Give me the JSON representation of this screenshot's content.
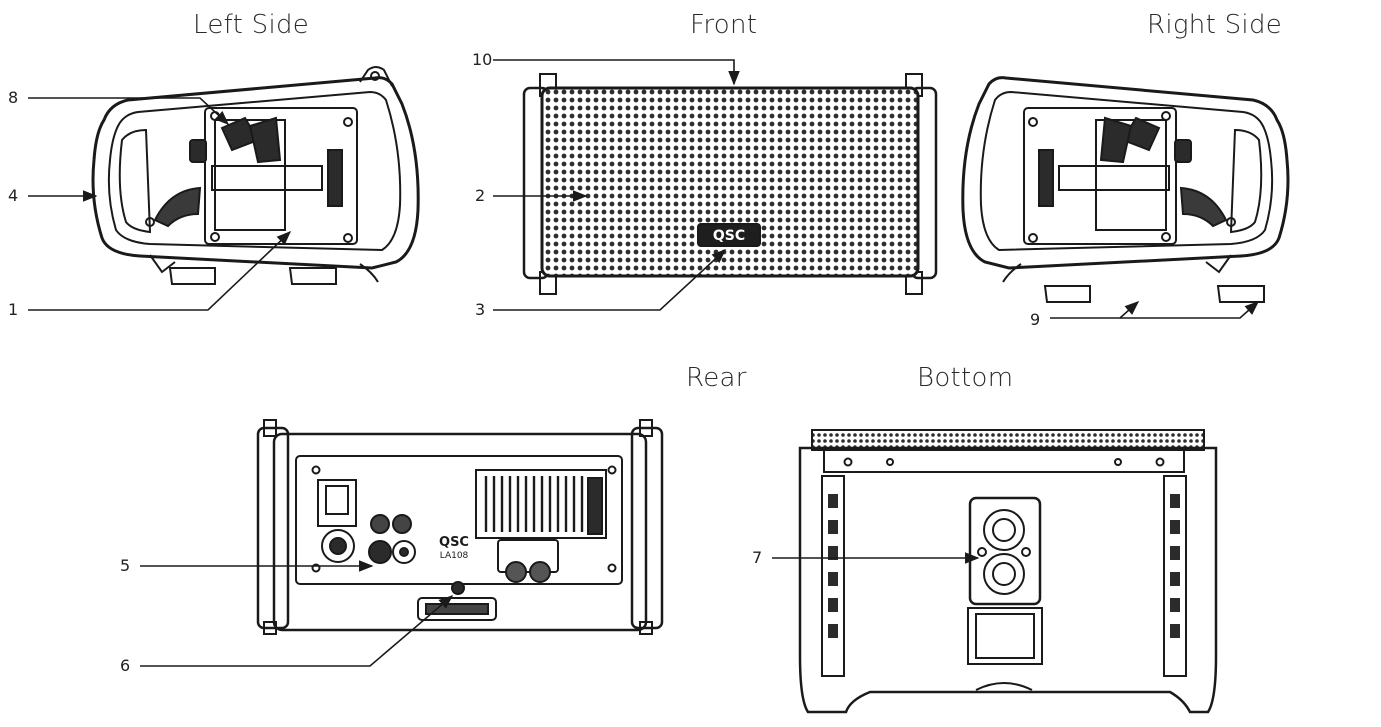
{
  "views": {
    "left_side": "Left Side",
    "front": "Front",
    "right_side": "Right Side",
    "rear": "Rear",
    "bottom": "Bottom"
  },
  "callouts": {
    "c1": "1",
    "c2": "2",
    "c3": "3",
    "c4": "4",
    "c5": "5",
    "c6": "6",
    "c7": "7",
    "c8": "8",
    "c9": "9",
    "c10": "10"
  },
  "product": {
    "brand_logo": "QSC",
    "model": "LA108"
  },
  "colors": {
    "line": "#1a1a1a",
    "fill_dark": "#2b2b2b",
    "fill_mid": "#555555",
    "grille": "#3a3a3a"
  }
}
